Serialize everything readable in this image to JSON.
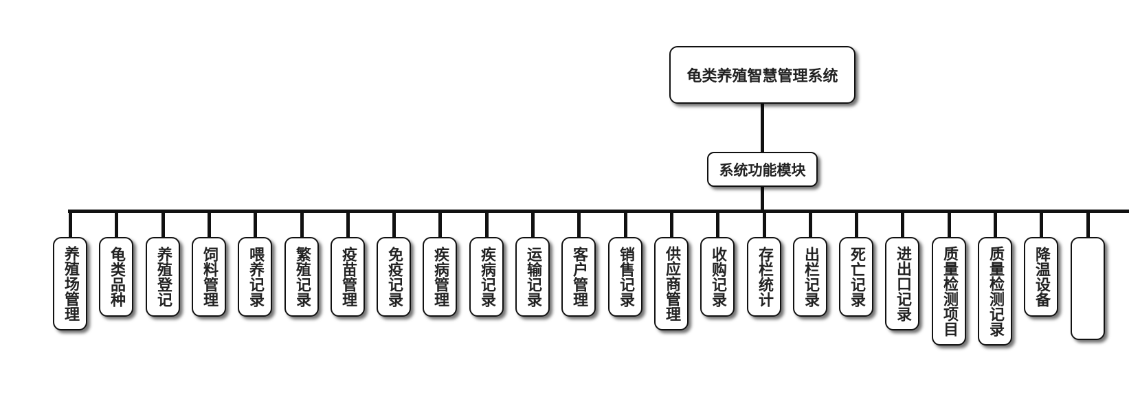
{
  "diagram": {
    "root": {
      "label": "龟类养殖智慧管理系统"
    },
    "module": {
      "label": "系统功能模块"
    },
    "children": [
      {
        "label": "养殖场管理"
      },
      {
        "label": "龟类品种"
      },
      {
        "label": "养殖登记"
      },
      {
        "label": "饲料管理"
      },
      {
        "label": "喂养记录"
      },
      {
        "label": "繁殖记录"
      },
      {
        "label": "疫苗管理"
      },
      {
        "label": "免疫记录"
      },
      {
        "label": "疾病管理"
      },
      {
        "label": "疾病记录"
      },
      {
        "label": "运输记录"
      },
      {
        "label": "客户管理"
      },
      {
        "label": "销售记录"
      },
      {
        "label": "供应商管理"
      },
      {
        "label": "收购记录"
      },
      {
        "label": "存栏统计"
      },
      {
        "label": "出栏记录"
      },
      {
        "label": "死亡记录"
      },
      {
        "label": "进出口记录"
      },
      {
        "label": "质量检测项目"
      },
      {
        "label": "质量检测记录"
      },
      {
        "label": "降温设备"
      },
      {
        "label": ""
      }
    ],
    "colors": {
      "line": "#111111",
      "box_border": "#111111",
      "text": "#222222",
      "background": "#ffffff"
    }
  }
}
